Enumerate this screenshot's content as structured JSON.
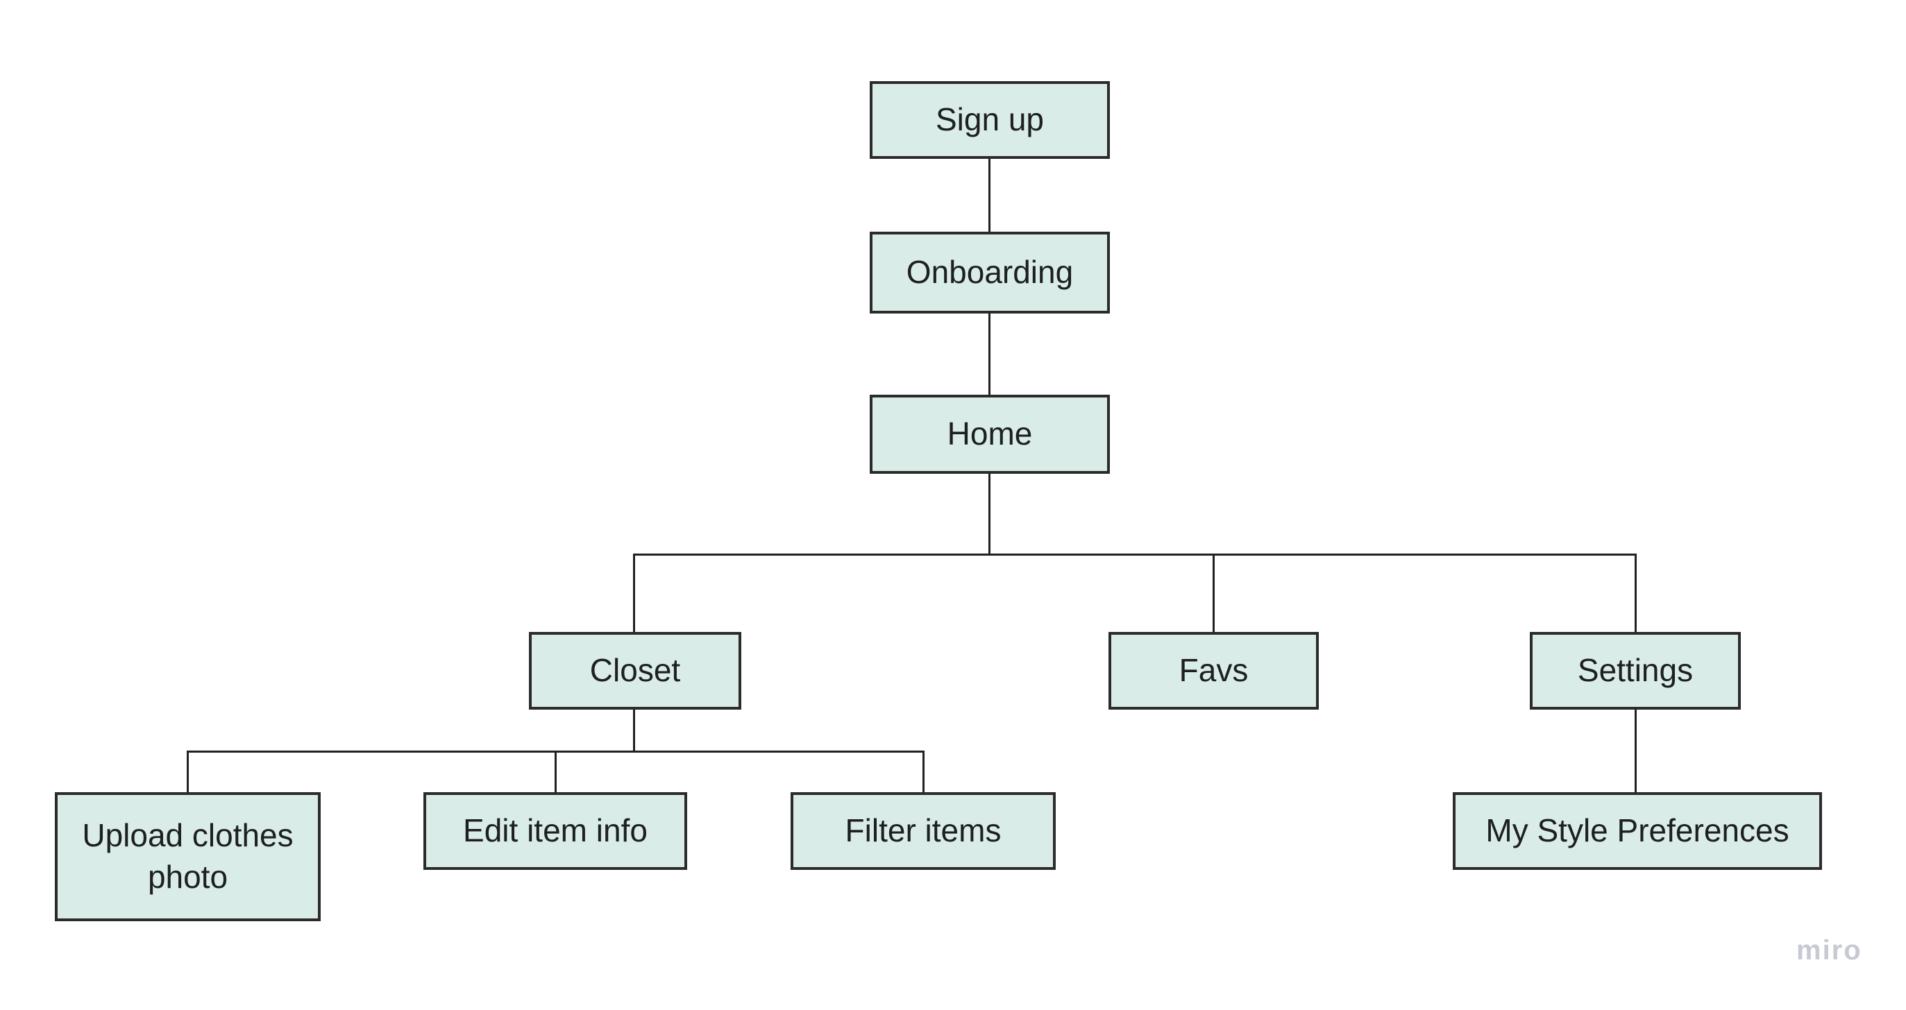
{
  "diagram": {
    "type": "flowchart",
    "nodes": {
      "signup": {
        "label": "Sign up"
      },
      "onboarding": {
        "label": "Onboarding"
      },
      "home": {
        "label": "Home"
      },
      "closet": {
        "label": "Closet"
      },
      "favs": {
        "label": "Favs"
      },
      "settings": {
        "label": "Settings"
      },
      "upload": {
        "label": "Upload clothes photo"
      },
      "edit_item": {
        "label": "Edit item info"
      },
      "filter_items": {
        "label": "Filter items"
      },
      "style_prefs": {
        "label": "My Style Preferences"
      }
    },
    "edges": [
      {
        "from": "Sign up",
        "to": "Onboarding"
      },
      {
        "from": "Onboarding",
        "to": "Home"
      },
      {
        "from": "Home",
        "to": "Closet"
      },
      {
        "from": "Home",
        "to": "Favs"
      },
      {
        "from": "Home",
        "to": "Settings"
      },
      {
        "from": "Closet",
        "to": "Upload clothes photo"
      },
      {
        "from": "Closet",
        "to": "Edit item info"
      },
      {
        "from": "Closet",
        "to": "Filter items"
      },
      {
        "from": "Settings",
        "to": "My Style Preferences"
      }
    ],
    "colors": {
      "background": "#ffffff",
      "node_fill": "#d9ece8",
      "node_border": "#2b2b2b",
      "connector": "#212121",
      "text": "#1d1f20",
      "watermark": "#c7c9d3"
    },
    "watermark": "miro"
  }
}
